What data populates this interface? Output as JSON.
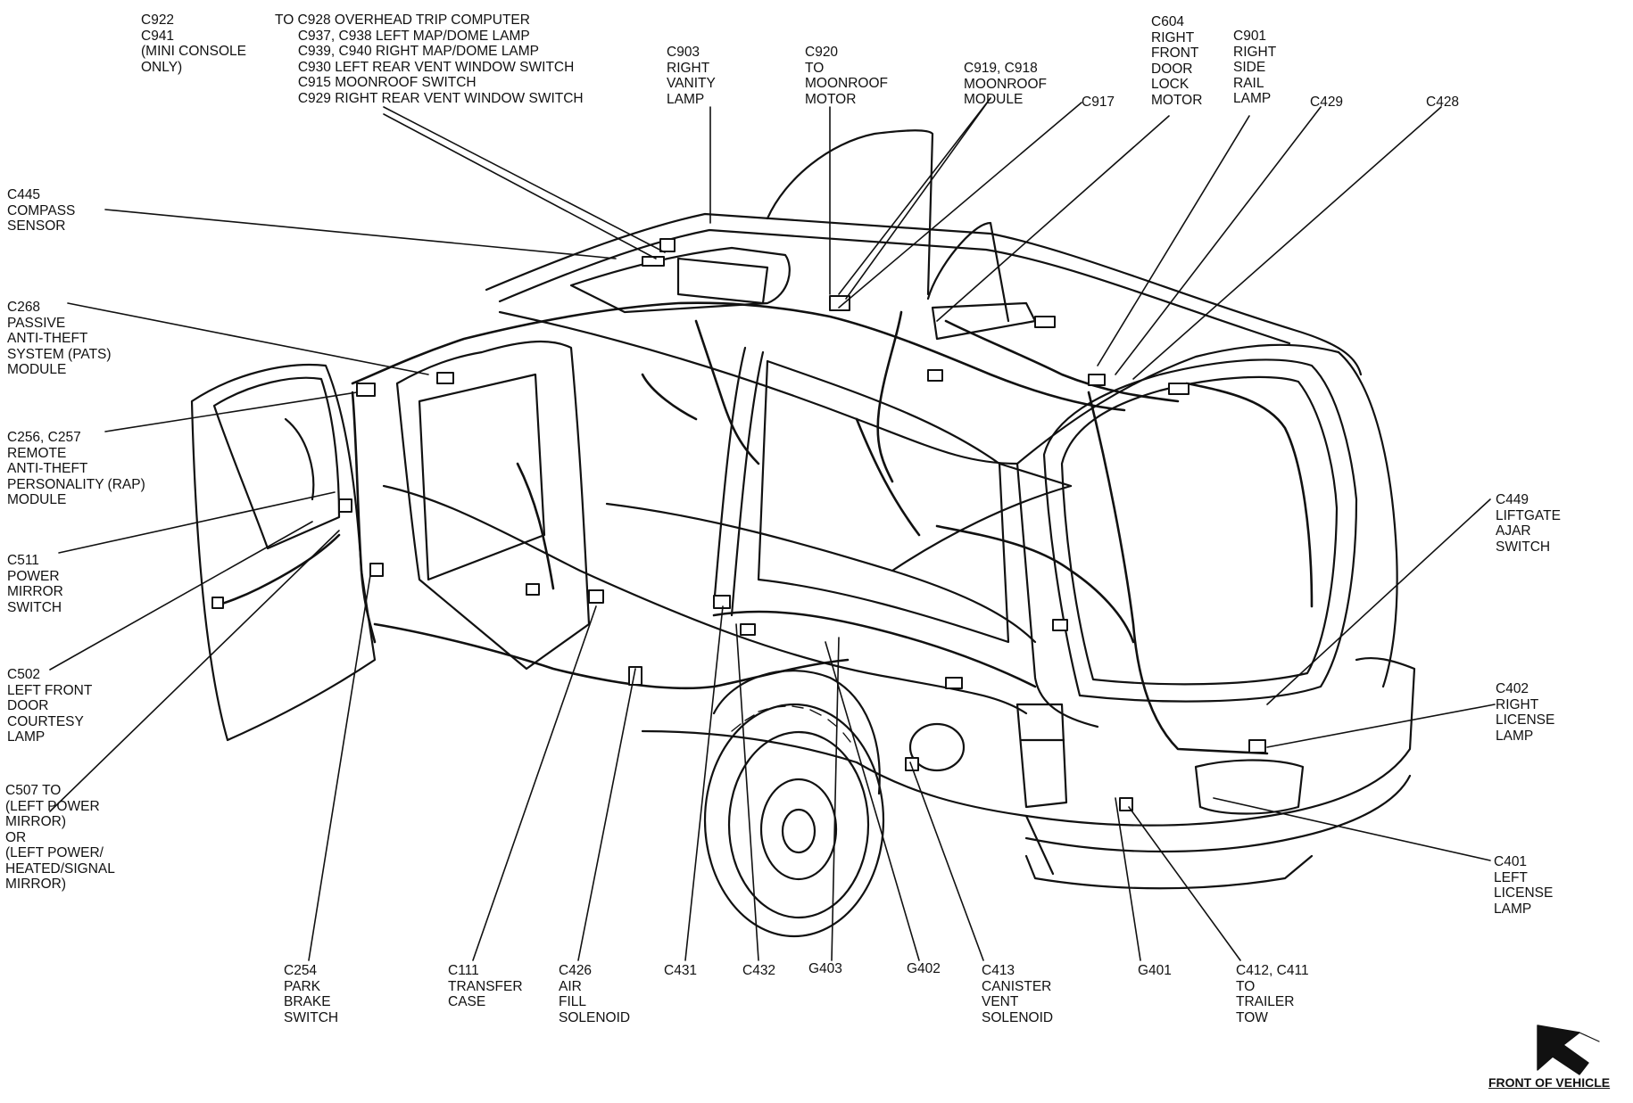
{
  "callouts": [
    {
      "id": "c922",
      "text": "C922\nC941\n(MINI CONSOLE\nONLY)"
    },
    {
      "id": "c928",
      "text": "TO C928 OVERHEAD TRIP COMPUTER\n      C937, C938 LEFT MAP/DOME LAMP\n      C939, C940 RIGHT MAP/DOME LAMP\n      C930 LEFT REAR VENT WINDOW SWITCH\n      C915 MOONROOF SWITCH\n      C929 RIGHT REAR VENT WINDOW SWITCH"
    },
    {
      "id": "c903",
      "text": "C903\nRIGHT\nVANITY\nLAMP"
    },
    {
      "id": "c920",
      "text": "C920\nTO\nMOONROOF\nMOTOR"
    },
    {
      "id": "c919",
      "text": "C919, C918\nMOONROOF\nMODULE"
    },
    {
      "id": "c917",
      "text": "C917"
    },
    {
      "id": "c604",
      "text": "C604\nRIGHT\nFRONT\nDOOR\nLOCK\nMOTOR"
    },
    {
      "id": "c901",
      "text": "C901\nRIGHT\nSIDE\nRAIL\nLAMP"
    },
    {
      "id": "c429",
      "text": "C429"
    },
    {
      "id": "c428",
      "text": "C428"
    },
    {
      "id": "c445",
      "text": "C445\nCOMPASS\nSENSOR"
    },
    {
      "id": "c268",
      "text": "C268\nPASSIVE\nANTI-THEFT\nSYSTEM (PATS)\nMODULE"
    },
    {
      "id": "c256",
      "text": "C256, C257\nREMOTE\nANTI-THEFT\nPERSONALITY (RAP)\nMODULE"
    },
    {
      "id": "c511",
      "text": "C511\nPOWER\nMIRROR\nSWITCH"
    },
    {
      "id": "c502",
      "text": "C502\nLEFT FRONT\nDOOR\nCOURTESY\nLAMP"
    },
    {
      "id": "c507",
      "text": "C507 TO\n(LEFT POWER\nMIRROR)\nOR\n(LEFT POWER/\nHEATED/SIGNAL\nMIRROR)"
    },
    {
      "id": "c449",
      "text": "C449\nLIFTGATE\nAJAR\nSWITCH"
    },
    {
      "id": "c402",
      "text": "C402\nRIGHT\nLICENSE\nLAMP"
    },
    {
      "id": "c401",
      "text": "C401\nLEFT\nLICENSE\nLAMP"
    },
    {
      "id": "c254",
      "text": "C254\nPARK\nBRAKE\nSWITCH"
    },
    {
      "id": "c111",
      "text": "C111\nTRANSFER\nCASE"
    },
    {
      "id": "c426",
      "text": "C426\nAIR\nFILL\nSOLENOID"
    },
    {
      "id": "c431",
      "text": "C431"
    },
    {
      "id": "c432",
      "text": "C432"
    },
    {
      "id": "g403",
      "text": "G403"
    },
    {
      "id": "g402",
      "text": "G402"
    },
    {
      "id": "c413",
      "text": "C413\nCANISTER\nVENT\nSOLENOID"
    },
    {
      "id": "g401",
      "text": "G401"
    },
    {
      "id": "c412",
      "text": "C412, C411\nTO\nTRAILER\nTOW"
    }
  ],
  "front_of_vehicle": "FRONT OF VEHICLE"
}
